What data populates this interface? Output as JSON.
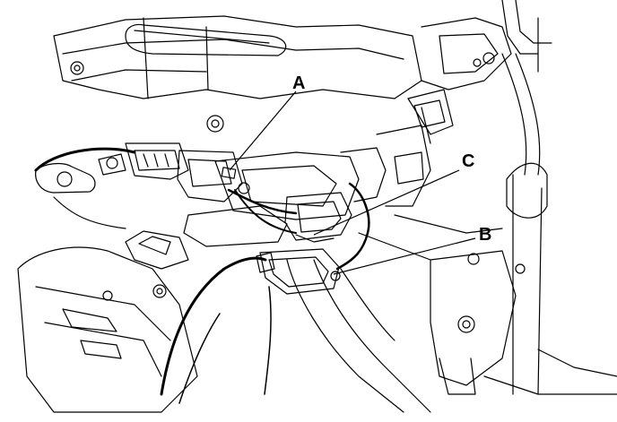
{
  "diagram": {
    "callouts": [
      {
        "id": "A",
        "label": "A"
      },
      {
        "id": "B",
        "label": "B"
      },
      {
        "id": "C",
        "label": "C"
      }
    ],
    "colors": {
      "line": "#000000",
      "background": "#ffffff"
    }
  }
}
